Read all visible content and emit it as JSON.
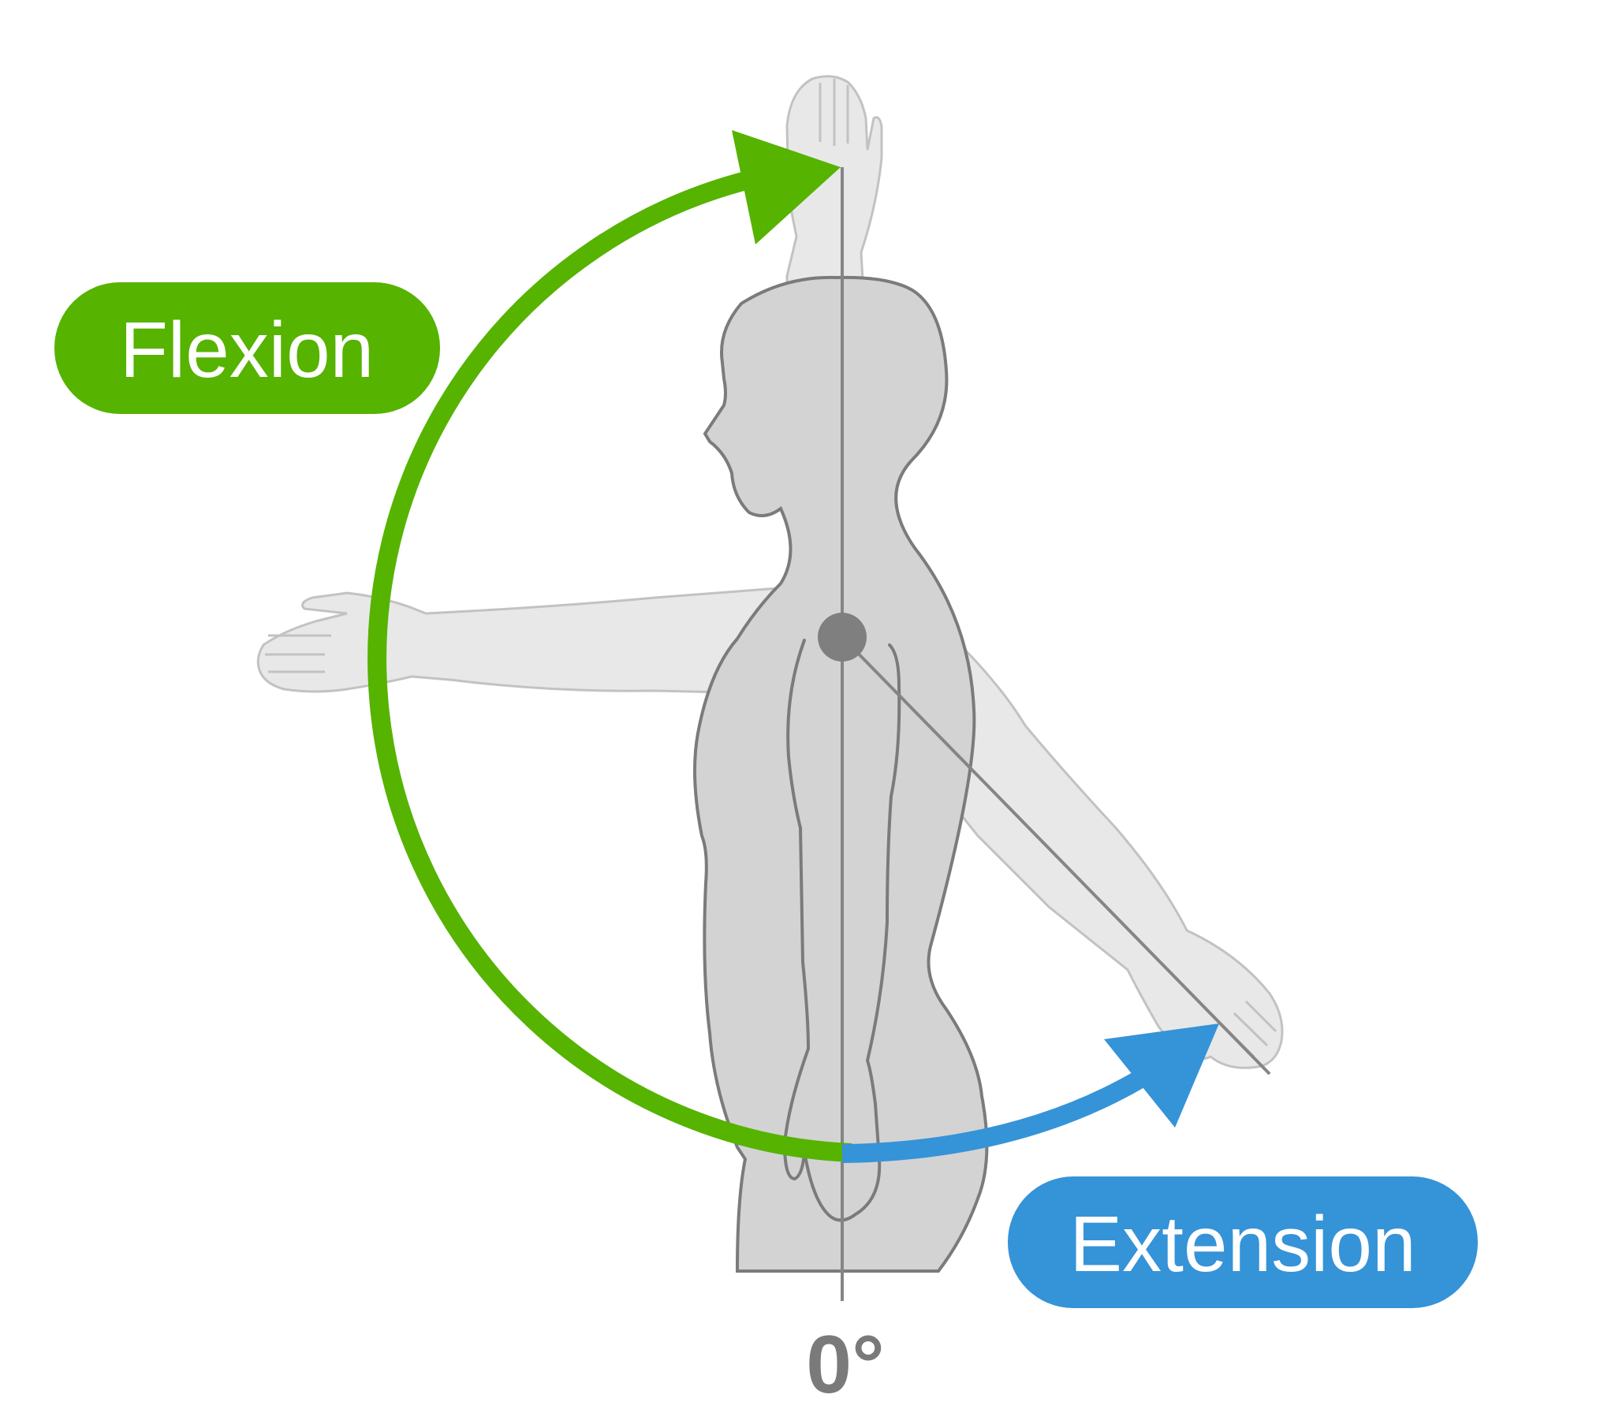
{
  "labels": {
    "flexion": "Flexion",
    "extension": "Extension",
    "zero_degrees": "0°"
  },
  "colors": {
    "flexion": "#56b300",
    "extension": "#3593d8",
    "body_fill": "#d3d3d3",
    "body_outline": "#7b7b7b",
    "ghost_arm_fill": "#e8e8e8",
    "ghost_arm_outline": "#c2c2c2",
    "axis_line": "#858585",
    "joint": "#7f7f7f",
    "degree_text": "#7a7a7a"
  }
}
